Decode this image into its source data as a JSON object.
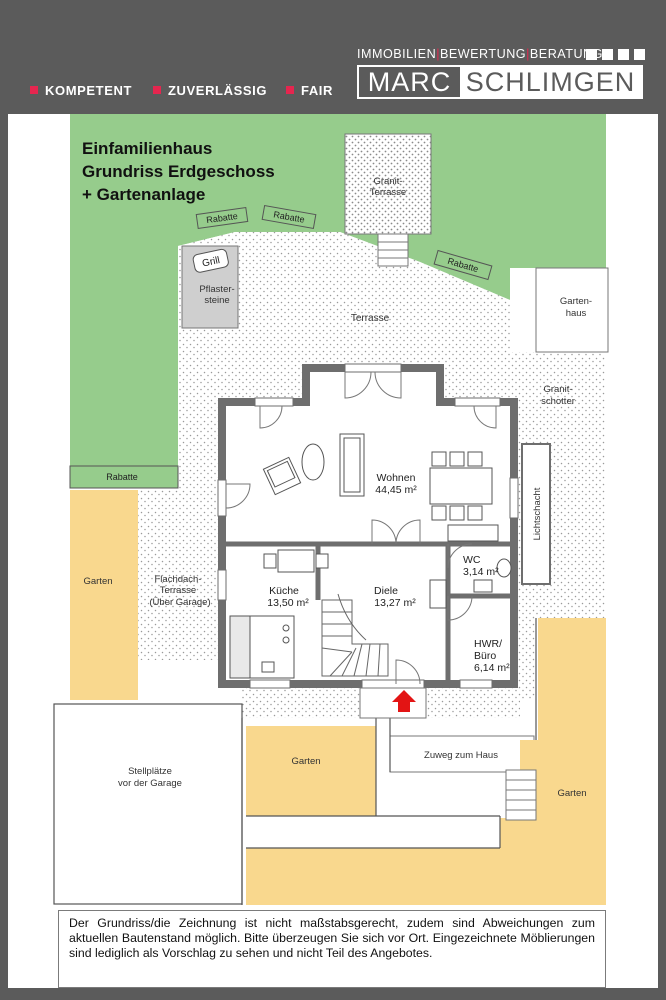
{
  "header": {
    "slogans": [
      "KOMPETENT",
      "ZUVERLÄSSIG",
      "FAIR"
    ],
    "tagline": [
      "IMMOBILIEN",
      "BEWERTUNG",
      "BERATUNG"
    ],
    "tagline_separator": "|",
    "logo_left": "MARC",
    "logo_right": "SCHLIMGEN"
  },
  "title": {
    "line1": "Einfamilienhaus",
    "line2": "Grundriss Erdgeschoss",
    "line3": "+ Gartenanlage"
  },
  "labels": {
    "granit_terrasse_1": "Granit-",
    "granit_terrasse_2": "Terrasse",
    "rabatte": "Rabatte",
    "grill": "Grill",
    "pflaster_1": "Pflaster-",
    "pflaster_2": "steine",
    "terrasse": "Terrasse",
    "gartenhaus_1": "Garten-",
    "gartenhaus_2": "haus",
    "granitschotter_1": "Granit-",
    "granitschotter_2": "schotter",
    "lichtschacht": "Lichtschacht",
    "garten": "Garten",
    "flachdach_1": "Flachdach-",
    "flachdach_2": "Terrasse",
    "flachdach_3": "(Über Garage)",
    "stellplaetze_1": "Stellplätze",
    "stellplaetze_2": "vor der Garage",
    "zuweg": "Zuweg zum Haus"
  },
  "rooms": [
    {
      "name": "Wohnen",
      "area": "44,45 m²"
    },
    {
      "name": "Küche",
      "area": "13,50 m²"
    },
    {
      "name": "Diele",
      "area": "13,27 m²"
    },
    {
      "name": "WC",
      "area": "3,14 m²"
    },
    {
      "name": "HWR/",
      "area": "Büro",
      "area2": "6,14 m²"
    }
  ],
  "disclaimer": "Der Grundriss/die Zeichnung ist nicht maßstabsgerecht, zudem sind Abweichungen zum aktuellen Bautenstand möglich. Bitte überzeugen Sie sich vor Ort. Eingezeichnete Möblierungen sind lediglich als Vorschlag zu sehen und nicht Teil des Angebotes.",
  "colors": {
    "header_bg": "#5b5b5b",
    "accent": "#e5264f",
    "lawn": "#96cc8c",
    "garden": "#f9d88e",
    "wall": "#6e6e6e",
    "arrow": "#e31414"
  }
}
